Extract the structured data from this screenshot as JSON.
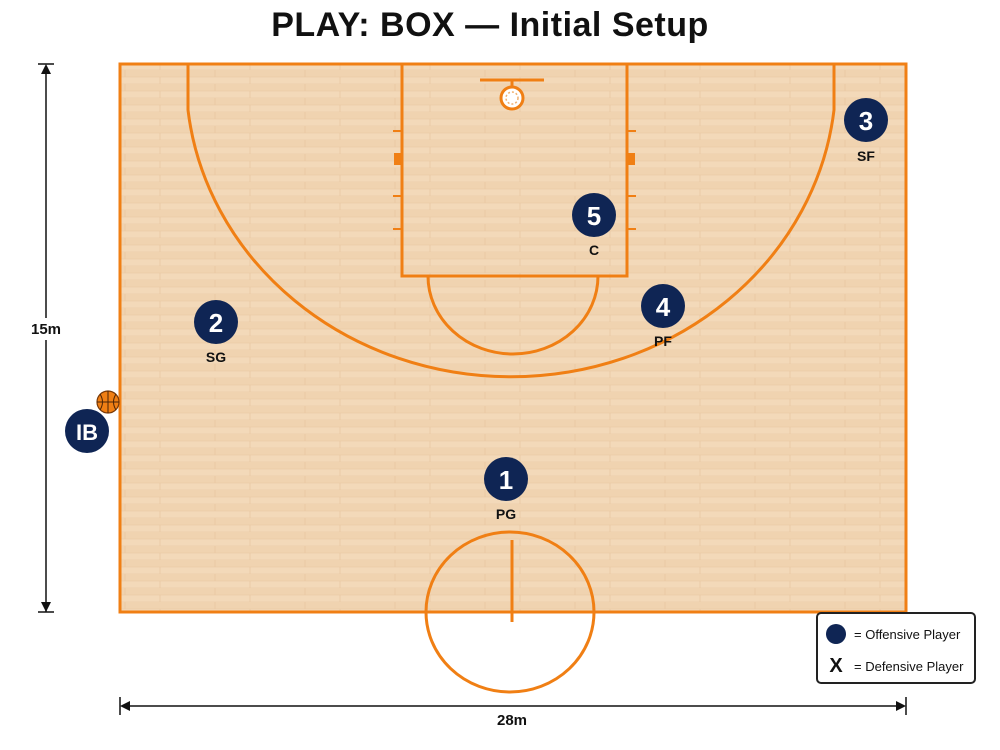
{
  "title": "PLAY: BOX — Initial Setup",
  "dimensions": {
    "width_label": "28m",
    "height_label": "15m"
  },
  "colors": {
    "court_floor": "#f2d6b5",
    "court_line": "#f07f14",
    "player_fill": "#0f2554",
    "ball": "#f07f14"
  },
  "players": [
    {
      "number": "1",
      "position": "PG"
    },
    {
      "number": "2",
      "position": "SG"
    },
    {
      "number": "3",
      "position": "SF"
    },
    {
      "number": "4",
      "position": "PF"
    },
    {
      "number": "5",
      "position": "C"
    }
  ],
  "inbounder": {
    "label": "IB",
    "has_ball": true,
    "ball_icon": "basketball-icon"
  },
  "legend": {
    "offensive_label": "= Offensive Player",
    "defensive_symbol": "X",
    "defensive_label": "= Defensive Player"
  }
}
